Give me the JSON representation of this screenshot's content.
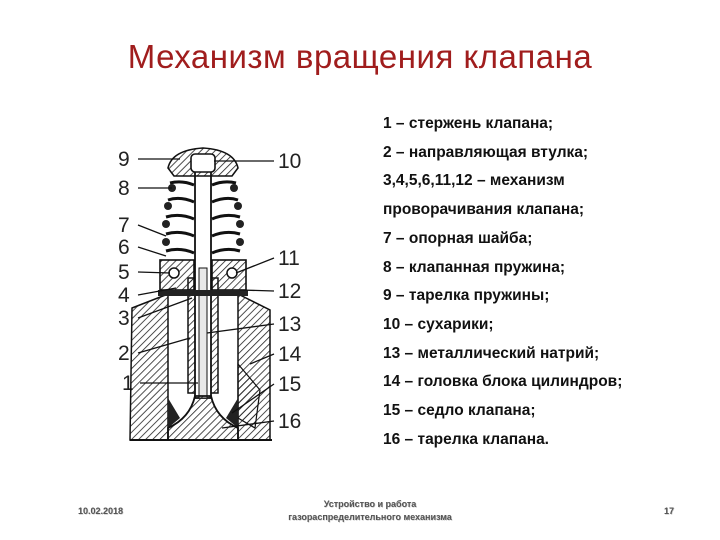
{
  "slide": {
    "title": "Механизм вращения клапана",
    "legend": [
      "1 – стержень клапана;",
      "2 – направляющая втулка;",
      "3,4,5,6,11,12 – механизм",
      "проворачивания клапана;",
      "7 – опорная шайба;",
      "8 – клапанная пружина;",
      "9 – тарелка пружины;",
      "10 – сухарики;",
      "13 – металлический натрий;",
      "14 – головка блока цилиндров;",
      "15 – седло клапана;",
      "16 – тарелка клапана."
    ],
    "footer": {
      "date": "10.02.2018",
      "course_line1": "Устройство и работа",
      "course_line2": "газораспределительного механизма",
      "page": "17"
    }
  },
  "diagram": {
    "left_numbers": [
      "9",
      "8",
      "7",
      "6",
      "5",
      "4",
      "3",
      "2",
      "1"
    ],
    "right_numbers": [
      "10",
      "11",
      "12",
      "13",
      "14",
      "15",
      "16"
    ],
    "colors": {
      "line": "#111111",
      "hatch": "#333333",
      "fill": "#f4f4f4"
    }
  }
}
